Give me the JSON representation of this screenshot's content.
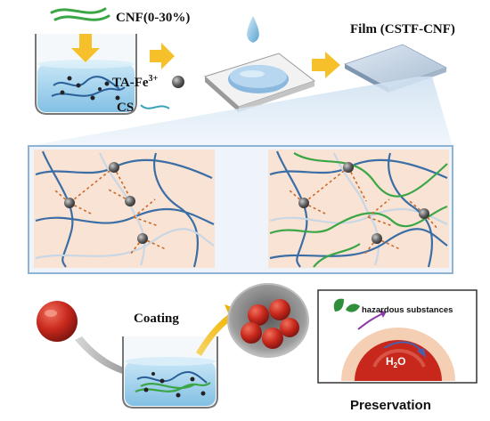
{
  "labels": {
    "cnf": "CNF(0-30%)",
    "tafe_base": "TA-Fe",
    "tafe_sup": "3+",
    "cs": "CS",
    "film": "Film (CSTF-CNF)",
    "coating": "Coating",
    "hazard": "hazardous substances",
    "water_h": "H",
    "water_sub": "2",
    "water_o": "O",
    "preservation": "Preservation"
  },
  "colors": {
    "accent_arrow": "#f5c02a",
    "network_bg": "#f9e3d5",
    "chitosan_chain": "#3a6ea5",
    "cnf_fiber": "#3aa646",
    "tomato": "#c2281e",
    "dish": "#9a9a9a",
    "panel_border": "#8fb3d3"
  },
  "icons": {
    "step_arrow": "yellow-arrow-icon",
    "droplet": "droplet-icon",
    "metal_ion": "fe-ion-sphere-icon",
    "leaf": "leaf-icon",
    "tomato": "tomato-icon"
  }
}
